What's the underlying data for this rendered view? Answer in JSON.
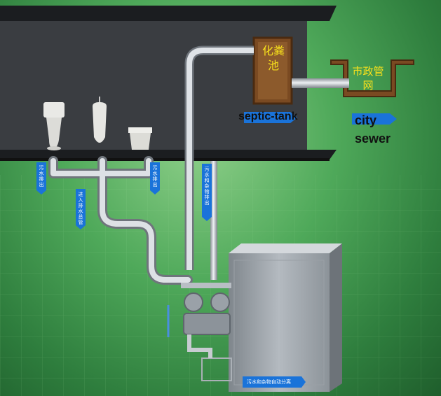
{
  "labels": {
    "septic_tank_cn": "化粪池",
    "septic_tank_en": "septic-tank",
    "city_sewer_cn": "市政管网",
    "city_word": "city",
    "sewer_word": "sewer",
    "tag_discharge": "污水排出",
    "tag_inlet": "进入排水总管",
    "tag_discharge_right": "污水排出",
    "tag_waste_discharge": "污水和杂物排出",
    "tag_separation": "污水和杂物自动分离"
  },
  "colors": {
    "background": "#4fa95a",
    "slab": "#2c2f33",
    "pipe": "#c7ccd1",
    "label_tag": "#1a73d9",
    "cn_text": "#f7e01c",
    "tank_brick": "#7a4a22"
  },
  "fixtures": [
    "toilet",
    "urinal",
    "washbasin"
  ]
}
